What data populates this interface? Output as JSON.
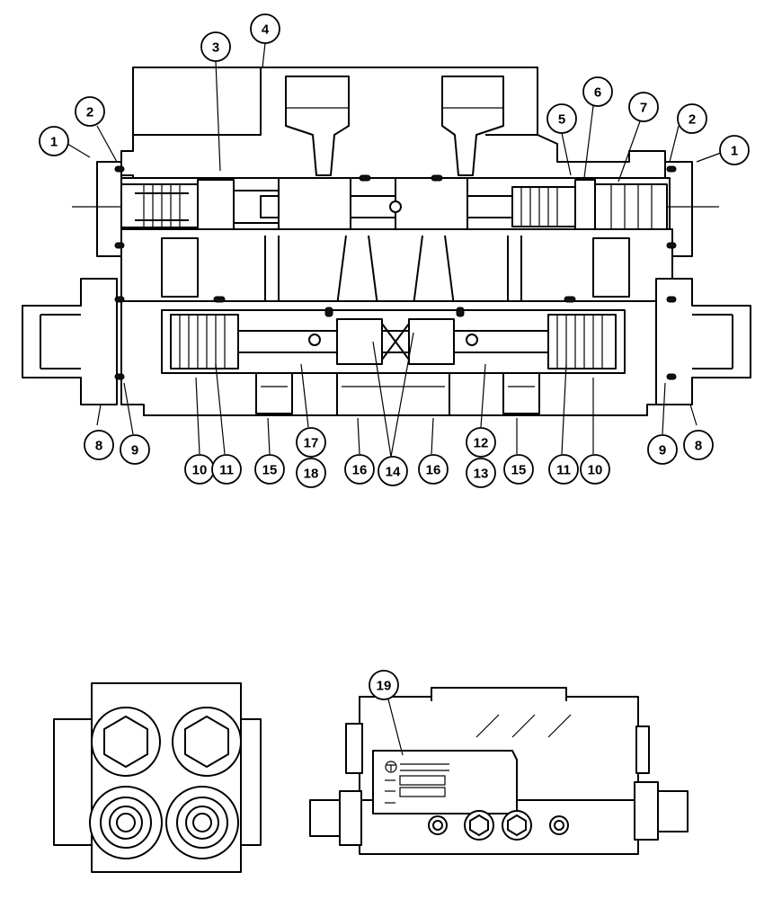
{
  "callouts": [
    {
      "label": "1"
    },
    {
      "label": "2"
    },
    {
      "label": "3"
    },
    {
      "label": "4"
    },
    {
      "label": "2"
    },
    {
      "label": "1"
    },
    {
      "label": "5"
    },
    {
      "label": "6"
    },
    {
      "label": "7"
    },
    {
      "label": "8"
    },
    {
      "label": "9"
    },
    {
      "label": "10"
    },
    {
      "label": "11"
    },
    {
      "label": "15"
    },
    {
      "label": "17"
    },
    {
      "label": "18"
    },
    {
      "label": "16"
    },
    {
      "label": "14"
    },
    {
      "label": "16"
    },
    {
      "label": "12"
    },
    {
      "label": "13"
    },
    {
      "label": "15"
    },
    {
      "label": "11"
    },
    {
      "label": "10"
    },
    {
      "label": "9"
    },
    {
      "label": "8"
    },
    {
      "label": "19"
    }
  ]
}
